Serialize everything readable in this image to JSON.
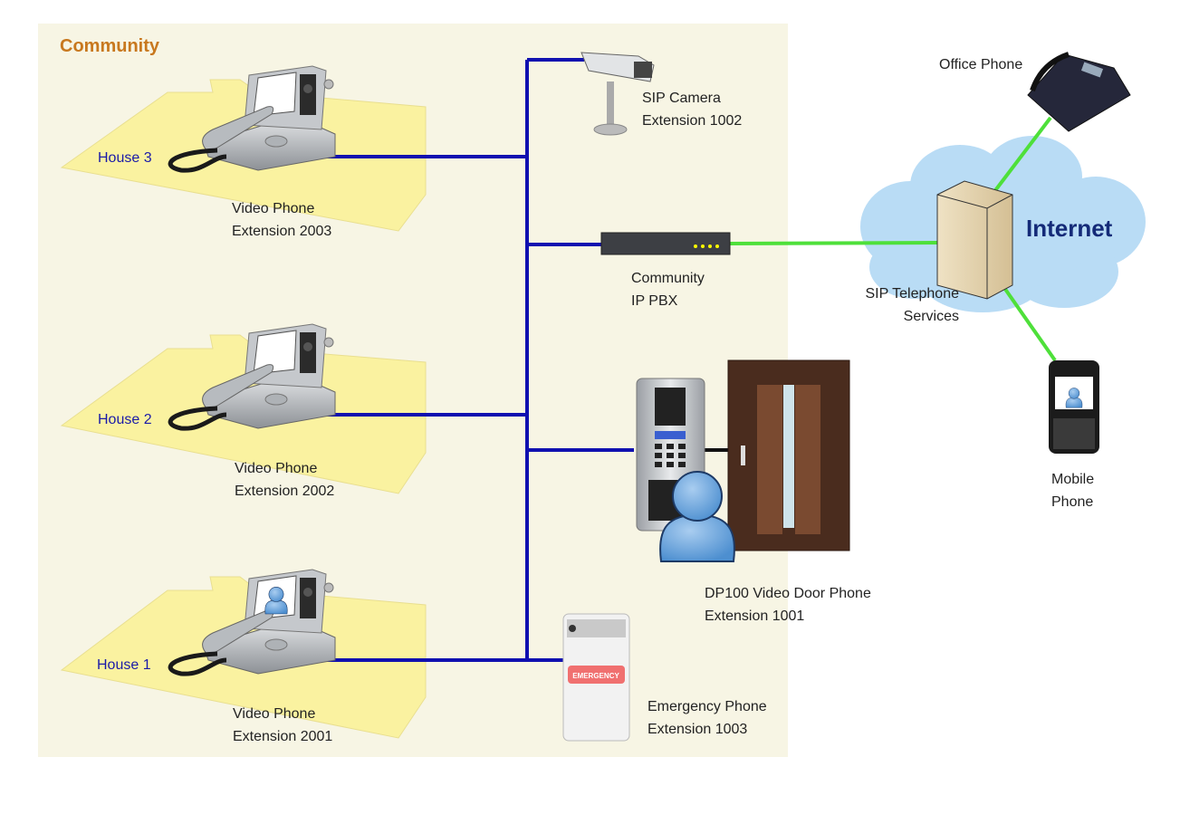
{
  "community": {
    "title": "Community",
    "background_color": "#f7f5e4",
    "title_color": "#c8781e"
  },
  "houses": [
    {
      "label": "House 3",
      "device": "Video Phone",
      "extension": "Extension 2003",
      "screen": "blank"
    },
    {
      "label": "House 2",
      "device": "Video Phone",
      "extension": "Extension 2002",
      "screen": "blank"
    },
    {
      "label": "House 1",
      "device": "Video Phone",
      "extension": "Extension 2001",
      "screen": "caller"
    }
  ],
  "devices": {
    "sip_camera": {
      "line1": "SIP Camera",
      "line2": "Extension 1002"
    },
    "ip_pbx": {
      "line1": "Community",
      "line2": "IP PBX"
    },
    "door_phone": {
      "line1": "DP100 Video Door Phone",
      "line2": "Extension 1001"
    },
    "emergency_phone": {
      "line1": "Emergency Phone",
      "line2": "Extension 1003",
      "panel_text": "EMERGENCY"
    },
    "sip_services": {
      "line1": "SIP Telephone",
      "line2": "Services"
    },
    "office_phone": {
      "label": "Office Phone"
    },
    "mobile_phone": {
      "line1": "Mobile",
      "line2": "Phone"
    }
  },
  "internet": {
    "label": "Internet"
  },
  "colors": {
    "lan_link": "#1010b0",
    "wan_link": "#4ee03a",
    "house_fill": "#faf2a0",
    "house_label": "#1a1aa8",
    "cloud": "#b9dcf5"
  }
}
